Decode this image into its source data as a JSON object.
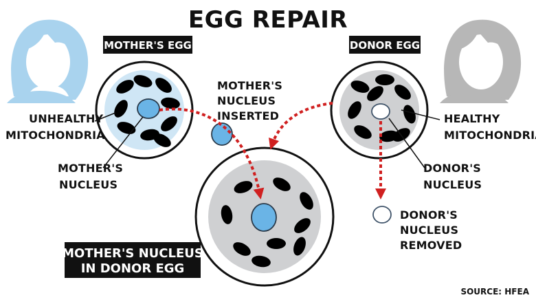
{
  "title": "EGG REPAIR",
  "tags": {
    "mothers_egg": "MOTHER'S EGG",
    "donor_egg": "DONOR EGG",
    "result_line1": "MOTHER'S NUCLEUS",
    "result_line2": "IN DONOR EGG"
  },
  "labels": {
    "unhealthy_1": "UNHEALTHY",
    "unhealthy_2": "MITOCHONDRIA",
    "mothers_nucleus_1": "MOTHER'S",
    "mothers_nucleus_2": "NUCLEUS",
    "inserted_1": "MOTHER'S",
    "inserted_2": "NUCLEUS",
    "inserted_3": "INSERTED",
    "healthy_1": "HEALTHY",
    "healthy_2": "MITOCHONDRIA",
    "donors_nucleus_1": "DONOR'S",
    "donors_nucleus_2": "NUCLEUS",
    "removed_1": "DONOR'S",
    "removed_2": "NUCLEUS",
    "removed_3": "REMOVED"
  },
  "source": "SOURCE: HFEA",
  "colors": {
    "mother_figure": "#a9d3ee",
    "donor_figure": "#b7b7b7",
    "nucleus_blue": "#6ab4e6",
    "arrow_red": "#d02020",
    "egg_gray": "#cfd0d2",
    "egg_lightblue": "#cfe6f5"
  },
  "icons": [
    "woman-head-icon",
    "mitochondrion-icon",
    "nucleus-icon",
    "dotted-arrow-icon"
  ]
}
